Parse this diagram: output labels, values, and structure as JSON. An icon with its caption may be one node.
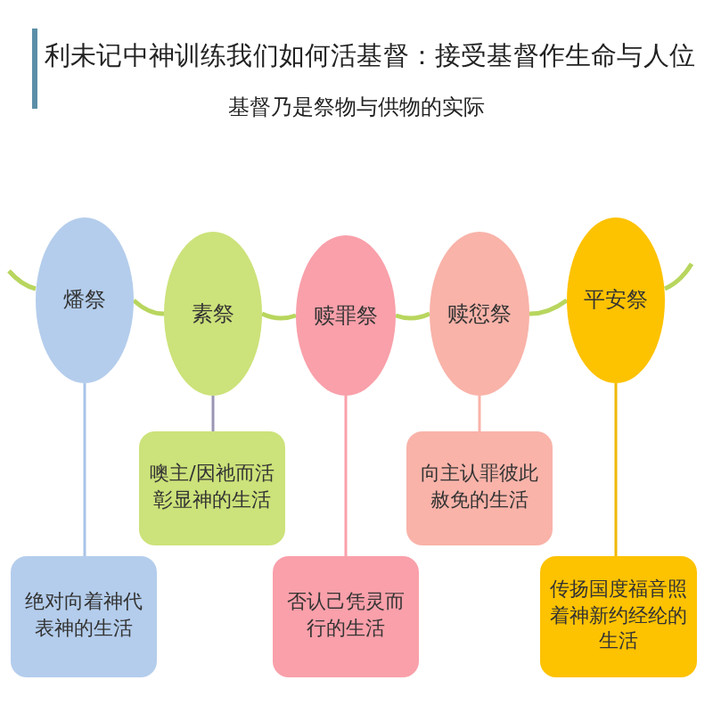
{
  "diagram": {
    "title": "利未记中神训练我们如何活基督：接受基督作生命与人位",
    "caption": "基督乃是祭物与供物的实际",
    "nodes": [
      {
        "text": [
          "燔祭"
        ]
      },
      {
        "text": [
          "素祭"
        ]
      },
      {
        "text": [
          "赎罪祭"
        ]
      },
      {
        "text": [
          "赎愆祭"
        ]
      },
      {
        "text": [
          "平安祭"
        ]
      },
      {
        "text": [
          "绝对向着神代表神的生活"
        ]
      },
      {
        "text": [
          "噢主/因祂而活彰显神的生活"
        ]
      },
      {
        "text": [
          "否认己凭灵而行的生活"
        ]
      },
      {
        "text": [
          "向主认罪彼此赦免的生活"
        ]
      },
      {
        "text": [
          "传扬国度福音照着神新约经纶的生活"
        ]
      }
    ],
    "edges": [
      {
        "from": 0,
        "to": 1,
        "arrow": "none",
        "color": "#b8d65e"
      },
      {
        "from": 1,
        "to": 2,
        "arrow": "none",
        "color": "#b8d65e"
      },
      {
        "from": 2,
        "to": 3,
        "arrow": "none",
        "color": "#b8d65e"
      },
      {
        "from": 3,
        "to": 4,
        "arrow": "none",
        "color": "#b8d65e"
      },
      {
        "from": 0,
        "to": 5,
        "arrow": "none",
        "color": "#a8c3e8"
      },
      {
        "from": 1,
        "to": 6,
        "arrow": "none",
        "color": "#9a94b4"
      },
      {
        "from": 2,
        "to": 7,
        "arrow": "none",
        "color": "#f9a0aa"
      },
      {
        "from": 3,
        "to": 8,
        "arrow": "none",
        "color": "#f9b3a9"
      },
      {
        "from": 4,
        "to": 9,
        "arrow": "none",
        "color": "#f0b800"
      }
    ]
  }
}
